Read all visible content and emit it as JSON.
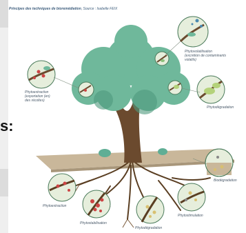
{
  "title_prefix": "Principes des techniques de bioremédiation",
  "title_source": ", Source : Isabelle FEIX",
  "labels": {
    "phytovolatilisation": "Phytovolatilisation",
    "phytovolatilisation_note": "(excrétion de contaminants volatils)",
    "phytoextraction_top": "Phytoextraction",
    "phytoextraction_top_note": "(exportation (en) des récoltes)",
    "phytodegradation": "Phytodégradation",
    "biodegradation": "Biodégradation",
    "phytoextraction": "Phytoextraction",
    "phytostabilisation": "Phytostabilisation",
    "phytodegradation_root": "Phytodégradation",
    "phytostimulation": "Phytostimulation"
  },
  "colon_text": "s:",
  "colors": {
    "foliage": "#6fb89b",
    "foliage_dark": "#4f9a7e",
    "trunk": "#6b4a2e",
    "soil": "#c9b79a",
    "root": "#5a3e22",
    "circle_bg": "#e6eedc",
    "circle_stroke": "#4a7a5a",
    "label_text": "#4a5a6a"
  },
  "icons": [
    "magnifier-circle-icon",
    "leaf-icon",
    "root-icon",
    "particle-icon"
  ]
}
